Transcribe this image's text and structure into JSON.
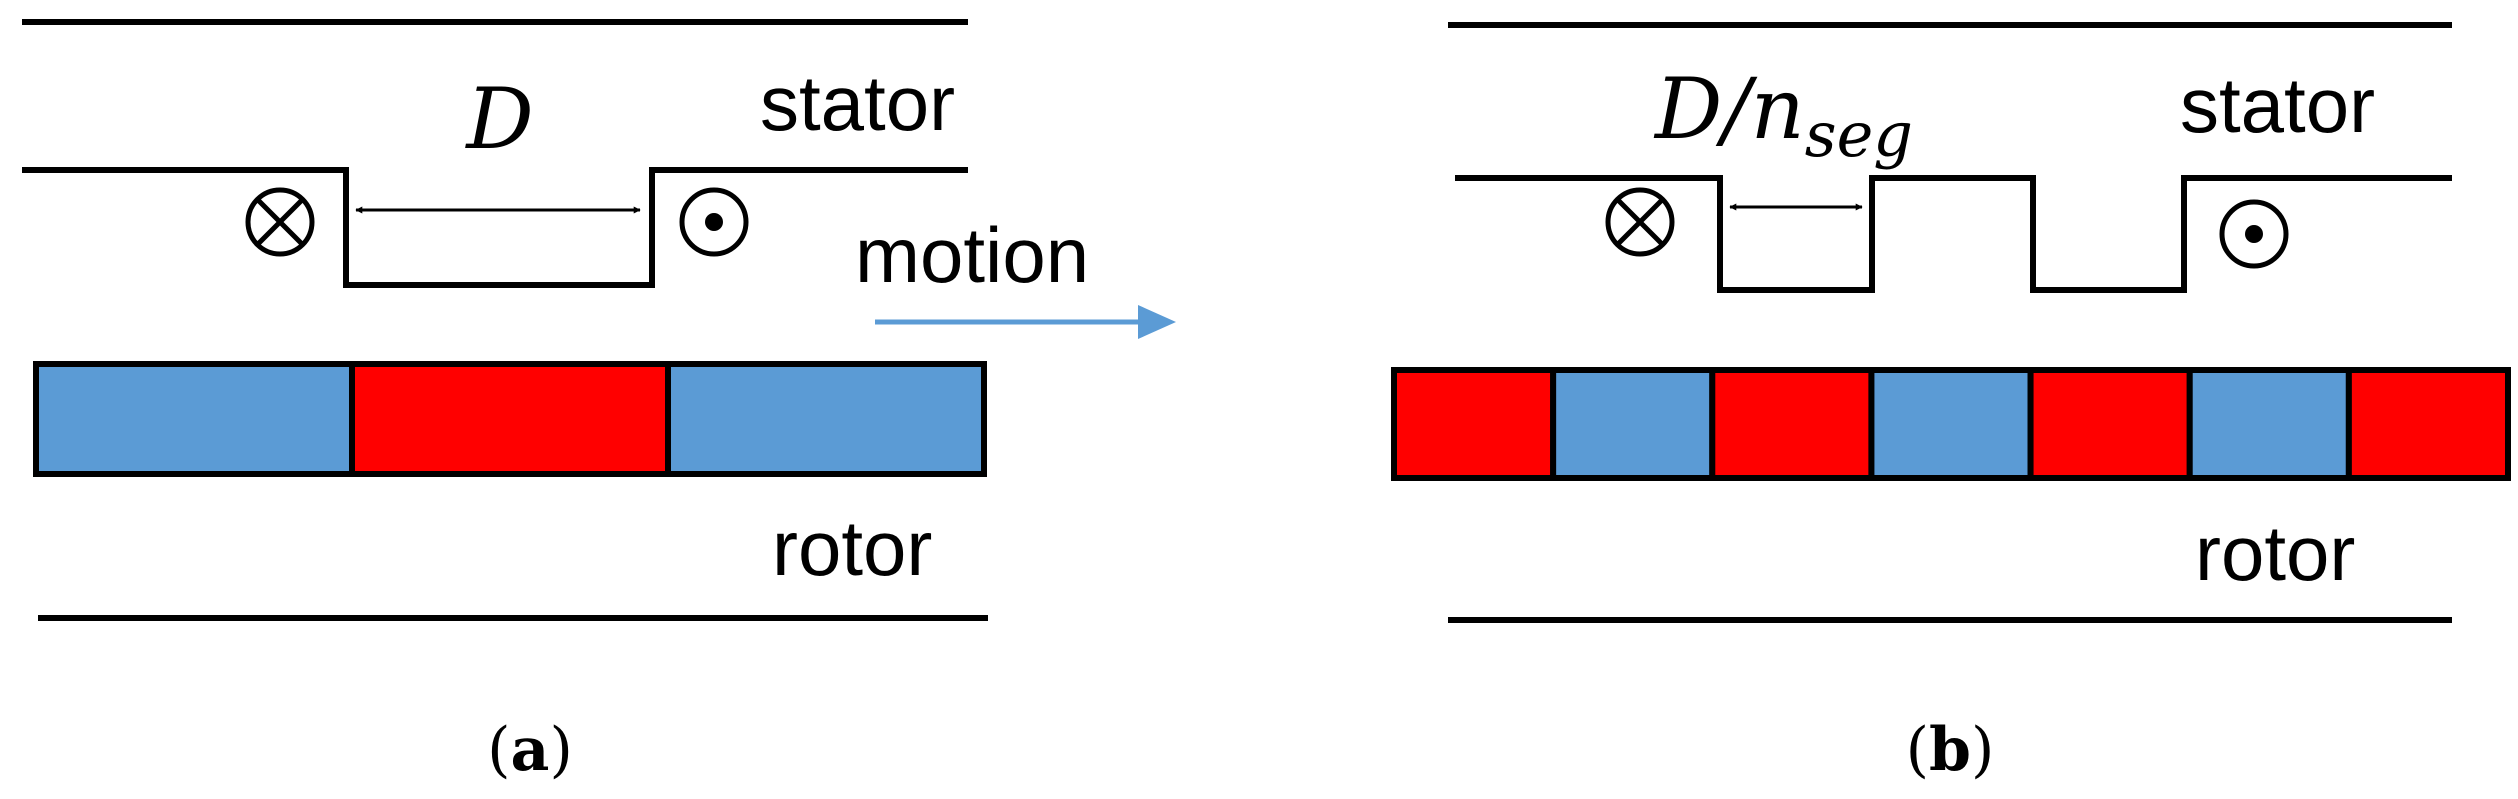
{
  "colors": {
    "magnet_blue": "#5b9bd5",
    "magnet_red": "#ff0000",
    "motion_arrow": "#5b9bd5",
    "line": "#000000"
  },
  "icons": {
    "into_page": "current-into-page-icon",
    "out_of_page": "current-out-of-page-icon"
  },
  "panel_a": {
    "stator_label": "stator",
    "rotor_label": "rotor",
    "dimension_label": "D",
    "caption_open": "(",
    "caption_letter": "a",
    "caption_close": ")",
    "magnets": [
      "blue",
      "red",
      "blue"
    ]
  },
  "motion_label": "motion",
  "panel_b": {
    "stator_label": "stator",
    "rotor_label": "rotor",
    "dimension_label_main": "D",
    "dimension_label_slash": "/",
    "dimension_label_n": "n",
    "dimension_label_sub": "seg",
    "caption_open": "(",
    "caption_letter": "b",
    "caption_close": ")",
    "magnets": [
      "red",
      "blue",
      "red",
      "blue",
      "red",
      "blue",
      "red"
    ]
  }
}
